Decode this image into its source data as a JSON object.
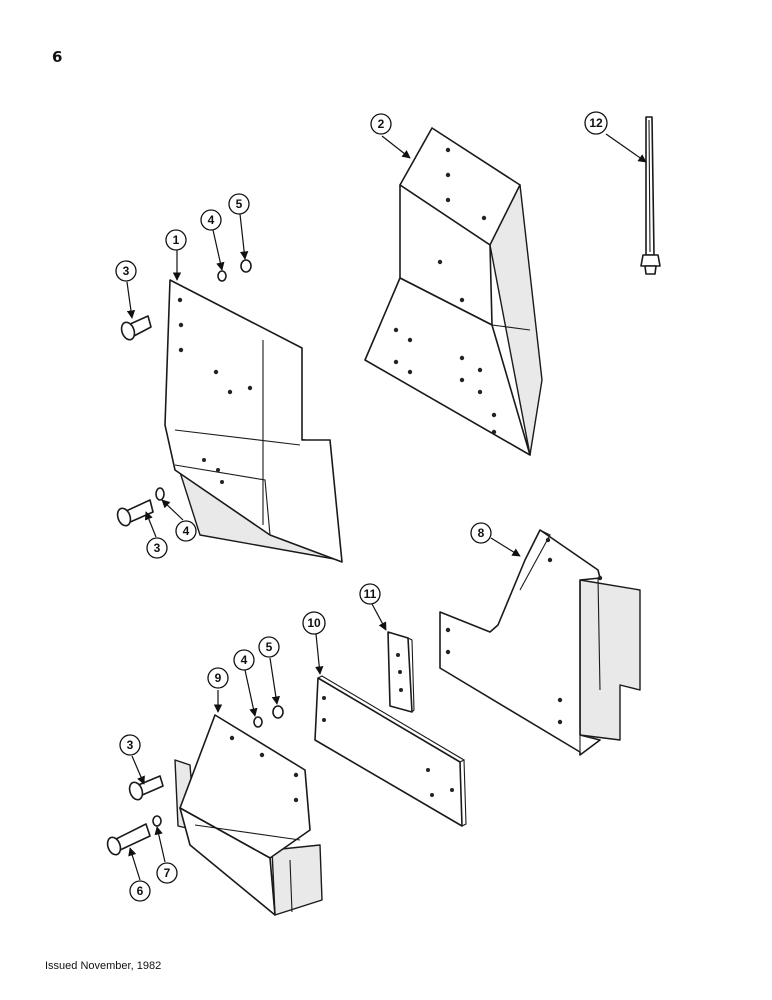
{
  "page": {
    "number": "6"
  },
  "footer": {
    "issued": "Issued November, 1982"
  },
  "callouts": {
    "c1": "1",
    "c2": "2",
    "c3a": "3",
    "c3b": "3",
    "c3c": "3",
    "c4a": "4",
    "c4b": "4",
    "c4c": "4",
    "c5a": "5",
    "c5b": "5",
    "c6": "6",
    "c7": "7",
    "c8": "8",
    "c9": "9",
    "c10": "10",
    "c11": "11",
    "c12": "12"
  }
}
